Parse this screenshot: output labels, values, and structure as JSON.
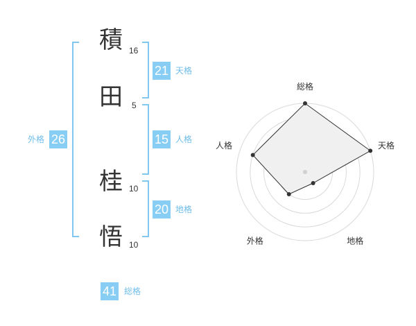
{
  "name": {
    "characters": [
      {
        "char": "積",
        "strokes": "16"
      },
      {
        "char": "田",
        "strokes": "5"
      },
      {
        "char": "桂",
        "strokes": "10"
      },
      {
        "char": "悟",
        "strokes": "10"
      }
    ]
  },
  "fortunes": {
    "tenkaku": {
      "value": "21",
      "label": "天格"
    },
    "jinkaku": {
      "value": "15",
      "label": "人格"
    },
    "chikaku": {
      "value": "20",
      "label": "地格"
    },
    "gaikaku": {
      "value": "26",
      "label": "外格"
    },
    "soukaku": {
      "value": "41",
      "label": "総格"
    }
  },
  "colors": {
    "accent": "#88cdf3",
    "bracket": "#80c8f0",
    "label": "#70bde8",
    "radar_fill": "#f0f0f0",
    "radar_grid": "#d9d9d9",
    "text": "#333333"
  },
  "chart_data": {
    "type": "radar",
    "axes": [
      "総格",
      "天格",
      "地格",
      "外格",
      "人格"
    ],
    "values": [
      1.0,
      1.0,
      0.2,
      0.4,
      0.8
    ],
    "rings": 5,
    "center_marker": true
  }
}
